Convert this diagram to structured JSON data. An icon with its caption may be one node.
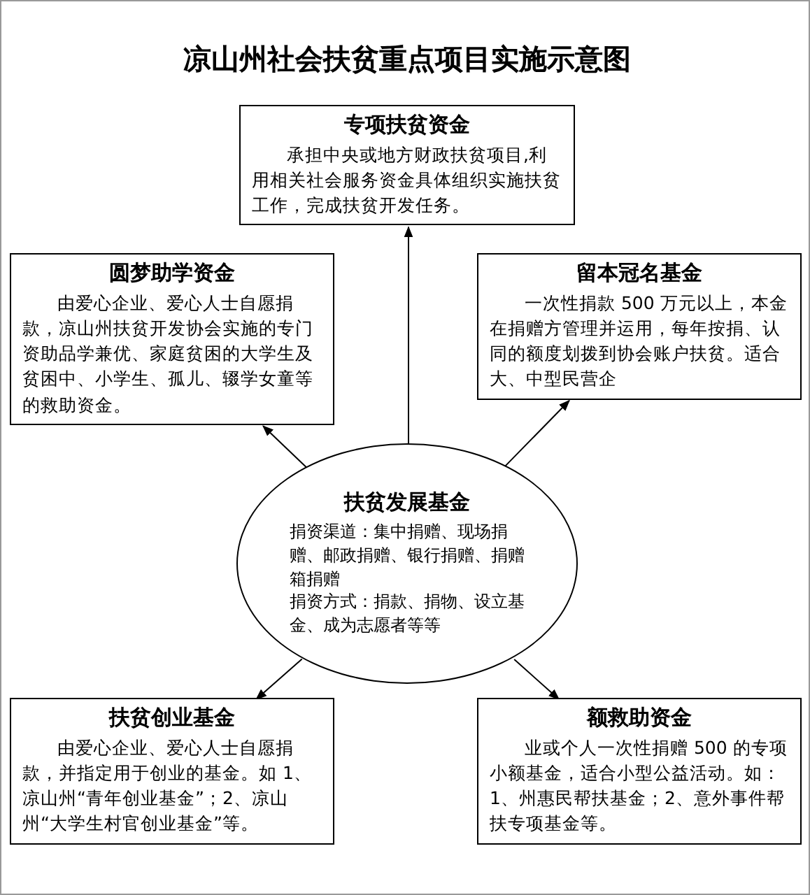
{
  "diagram": {
    "title": "凉山州社会扶贫重点项目实施示意图",
    "nodes": [
      {
        "text": [
          "专项扶贫资金",
          "承担中央或地方财政扶贫项目,利用相关社会服务资金具体组织实施扶贫工作，完成扶贫开发任务。"
        ]
      },
      {
        "text": [
          "圆梦助学资金",
          "由爱心企业、爱心人士自愿捐款，凉山州扶贫开发协会实施的专门资助品学兼优、家庭贫困的大学生及贫困中、小学生、孤儿、辍学女童等的救助资金。"
        ]
      },
      {
        "text": [
          "留本冠名基金",
          "一次性捐款 500 万元以上，本金在捐赠方管理并运用，每年按捐、认同的额度划拨到协会账户扶贫。适合大、中型民营企"
        ]
      },
      {
        "text": [
          "扶贫发展基金",
          "捐资渠道：集中捐赠、现场捐赠、邮政捐赠、银行捐赠、捐赠箱捐赠",
          "捐资方式：捐款、捐物、设立基金、成为志愿者等等"
        ]
      },
      {
        "text": [
          "扶贫创业基金",
          "由爱心企业、爱心人士自愿捐款，并指定用于创业的基金。如 1、凉山州“青年创业基金”；2、凉山州“大学生村官创业基金”等。"
        ]
      },
      {
        "text": [
          "额救助资金",
          "业或个人一次性捐赠 500 的专项小额基金，适合小型公益活动。如：1、州惠民帮扶基金；2、意外事件帮扶专项基金等。"
        ]
      }
    ],
    "edges": [
      {
        "from": 3,
        "to": 0,
        "arrow": "to"
      },
      {
        "from": 3,
        "to": 1,
        "arrow": "to"
      },
      {
        "from": 3,
        "to": 2,
        "arrow": "to"
      },
      {
        "from": 3,
        "to": 4,
        "arrow": "to"
      },
      {
        "from": 3,
        "to": 5,
        "arrow": "to"
      }
    ]
  }
}
